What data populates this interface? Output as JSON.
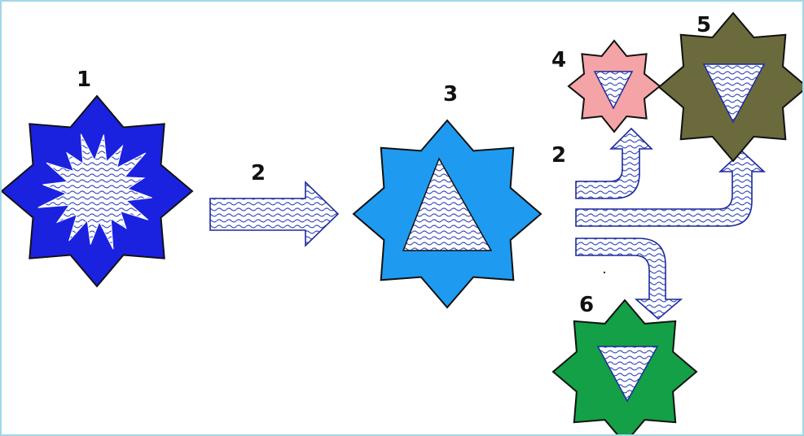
{
  "colors": {
    "background": "#ffffff",
    "frame": "#9fd8e8",
    "outline": "#111111",
    "wave": "#2b3fb8",
    "wave_bg": "#ffffff",
    "arrow_outline": "#1c2a9c"
  },
  "icons": {
    "pattern": "wavy-hatch-pattern"
  },
  "nodes": [
    {
      "id": "1",
      "label": "1",
      "shape": "eight-point-star",
      "color": "#1a22e0",
      "inner": "starburst"
    },
    {
      "id": "3",
      "label": "3",
      "shape": "eight-point-star",
      "color": "#1e9bf0",
      "inner": "triangle-up"
    },
    {
      "id": "4",
      "label": "4",
      "shape": "eight-point-star",
      "color": "#f4a3a6",
      "inner": "triangle-down"
    },
    {
      "id": "5",
      "label": "5",
      "shape": "eight-point-star",
      "color": "#6b6a3c",
      "inner": "triangle-down"
    },
    {
      "id": "6",
      "label": "6",
      "shape": "eight-point-star",
      "color": "#13a046",
      "inner": "triangle-down"
    }
  ],
  "arrows": [
    {
      "id": "a",
      "label": "2",
      "from": "1",
      "to": "3",
      "style": "wavy-hatch-block-arrow"
    },
    {
      "id": "b",
      "label": "2",
      "from": "3",
      "to": [
        "4",
        "5",
        "6"
      ],
      "style": "wavy-hatch-bent-arrows"
    }
  ]
}
